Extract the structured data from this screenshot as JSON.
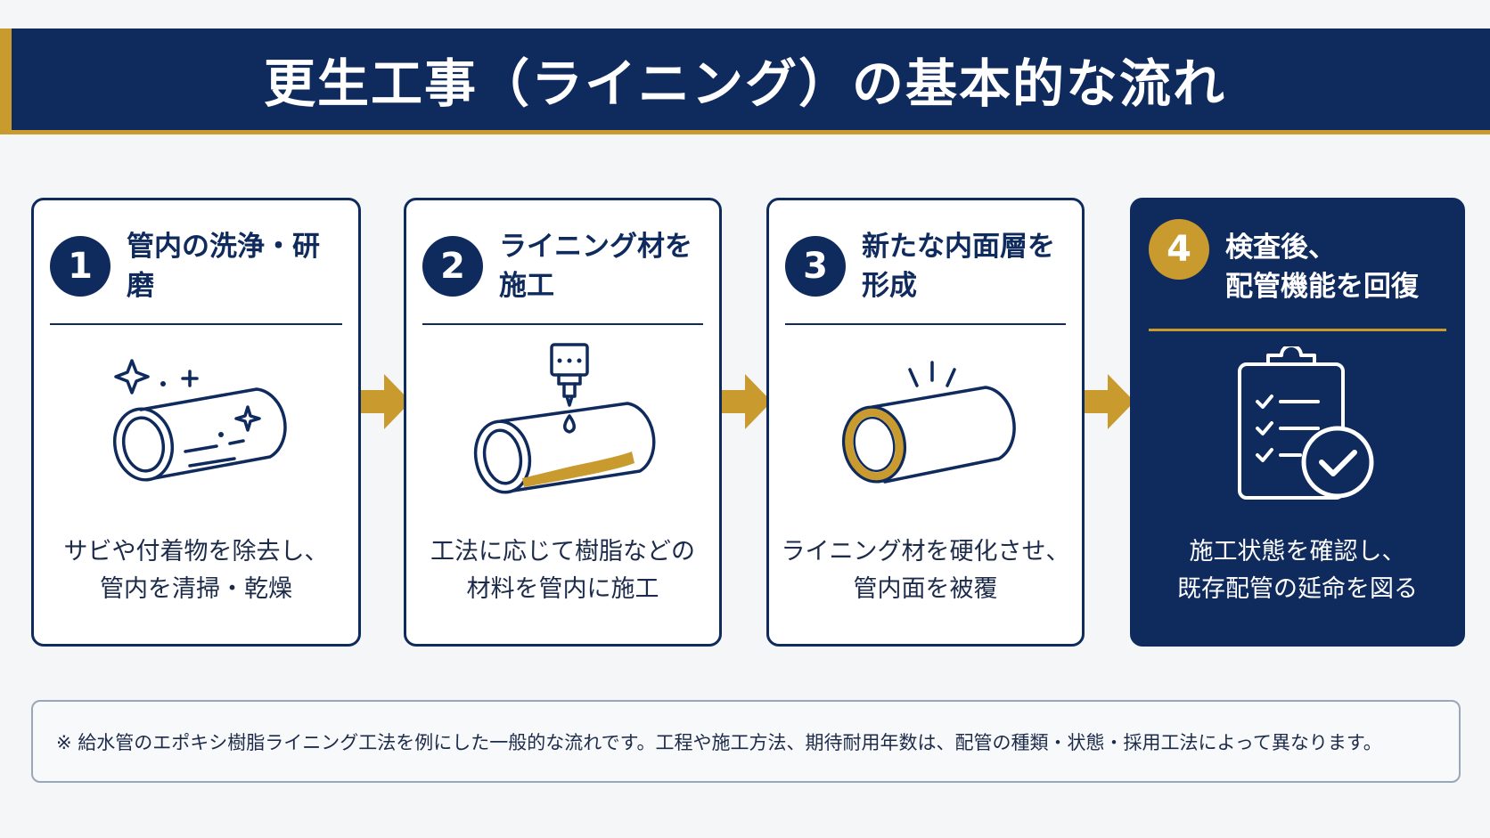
{
  "title": "更生工事（ライニング）の基本的な流れ",
  "colors": {
    "navy": "#0f2a5c",
    "gold": "#c99a2e",
    "background": "#f5f6f8"
  },
  "steps": [
    {
      "number": "1",
      "title": "管内の洗浄・研磨",
      "desc": [
        "サビや付着物を除去し、",
        "管内を清掃・乾燥"
      ],
      "icon": "pipe-cleaning-icon"
    },
    {
      "number": "2",
      "title": "ライニング材を施工",
      "desc": [
        "工法に応じて樹脂などの",
        "材料を管内に施工"
      ],
      "icon": "resin-application-icon"
    },
    {
      "number": "3",
      "title": "新たな内面層を形成",
      "desc": [
        "ライニング材を硬化させ、",
        "管内面を被覆"
      ],
      "icon": "lined-pipe-icon"
    },
    {
      "number": "4",
      "title": [
        "検査後、",
        "配管機能を回復"
      ],
      "desc": [
        "施工状態を確認し、",
        "既存配管の延命を図る"
      ],
      "icon": "inspection-checklist-icon"
    }
  ],
  "note": "※ 給水管のエポキシ樹脂ライニング工法を例にした一般的な流れです。工程や施工方法、期待耐用年数は、配管の種類・状態・採用工法によって異なります。"
}
